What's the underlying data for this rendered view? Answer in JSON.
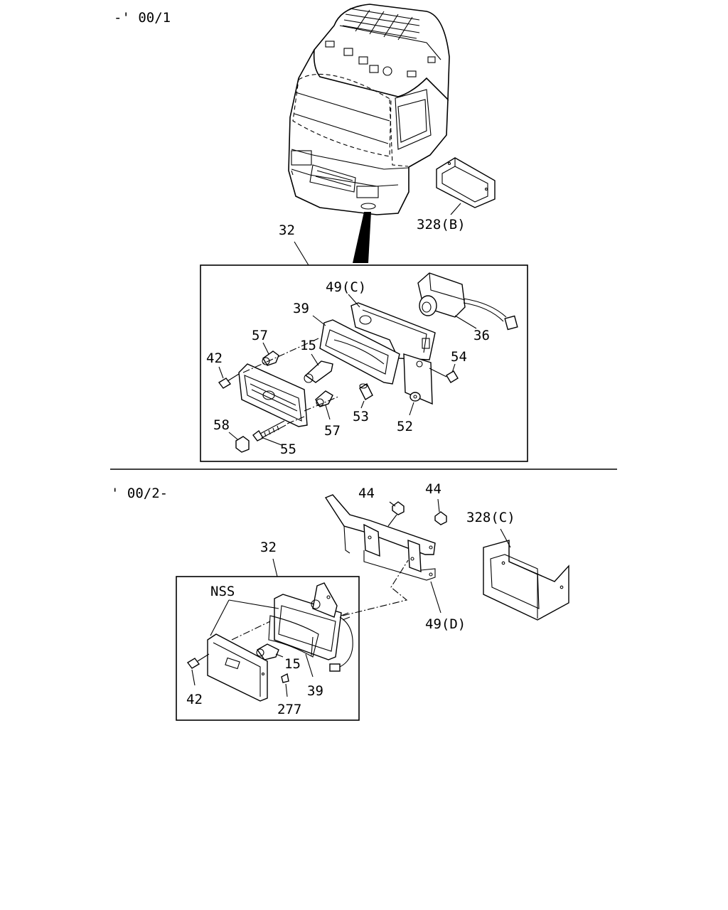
{
  "section_headers": {
    "upper": "-' 00/1",
    "lower": "' 00/2-"
  },
  "upper_labels": {
    "assembly": "32",
    "bracket_cover": "328(B)",
    "bracket": "49(C)",
    "bezel": "39",
    "lamp": "36",
    "bulb": "15",
    "grommet_top": "57",
    "grommet_bottom": "57",
    "screw_left": "42",
    "screw_right": "54",
    "nut": "58",
    "bolt": "55",
    "spacer": "53",
    "washer": "52"
  },
  "lower_labels": {
    "assembly": "32",
    "nut_left": "44",
    "nut_right": "44",
    "bracket_cover": "328(C)",
    "bracket": "49(D)",
    "nss": "NSS",
    "bulb": "15",
    "bezel": "39",
    "screw": "42",
    "clip": "277"
  }
}
